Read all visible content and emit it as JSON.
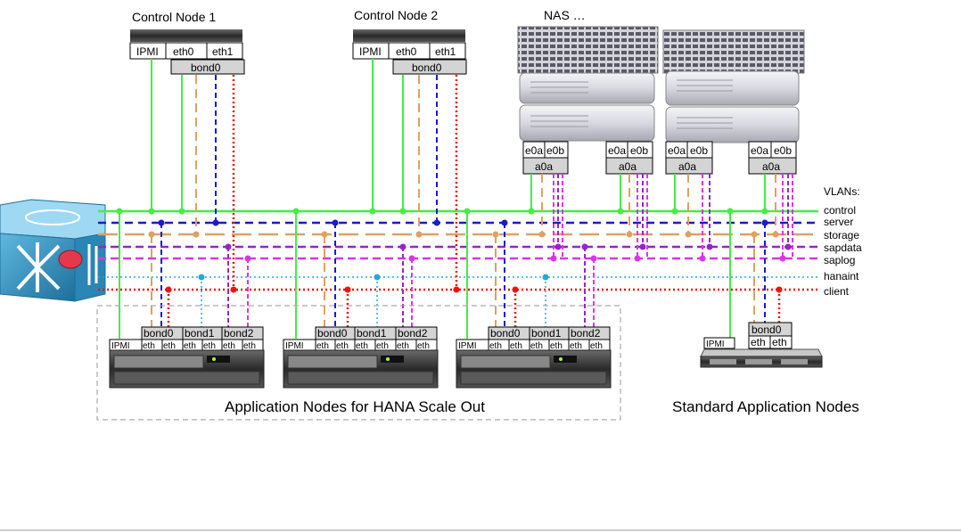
{
  "control_nodes": [
    {
      "title": "Control Node 1",
      "ports": [
        "IPMI",
        "eth0",
        "eth1"
      ],
      "bond": "bond0"
    },
    {
      "title": "Control Node 2",
      "ports": [
        "IPMI",
        "eth0",
        "eth1"
      ],
      "bond": "bond0"
    }
  ],
  "nas": {
    "title": "NAS …",
    "ports": [
      "e0a",
      "e0b"
    ],
    "bond": "a0a"
  },
  "vlans": {
    "header": "VLANs:",
    "items": [
      {
        "name": "control",
        "color": "#44ee44",
        "style": "solid"
      },
      {
        "name": "server",
        "color": "#1a1acc",
        "style": "dashed"
      },
      {
        "name": "storage",
        "color": "#e0a060",
        "style": "longdash"
      },
      {
        "name": "sapdata",
        "color": "#9922cc",
        "style": "dashed"
      },
      {
        "name": "saplog",
        "color": "#dd33ee",
        "style": "dashed"
      },
      {
        "name": "hanaint",
        "color": "#22aadd",
        "style": "dotted"
      },
      {
        "name": "client",
        "color": "#ee1111",
        "style": "dotted"
      }
    ]
  },
  "hana_nodes": {
    "bonds": [
      "bond0",
      "bond1",
      "bond2"
    ],
    "ipmi": "IPMI",
    "eth": "eth",
    "group_label": "Application Nodes for HANA Scale Out"
  },
  "standard_nodes": {
    "bond": "bond0",
    "ipmi": "IPMI",
    "eth": "eth",
    "group_label": "Standard Application Nodes"
  }
}
